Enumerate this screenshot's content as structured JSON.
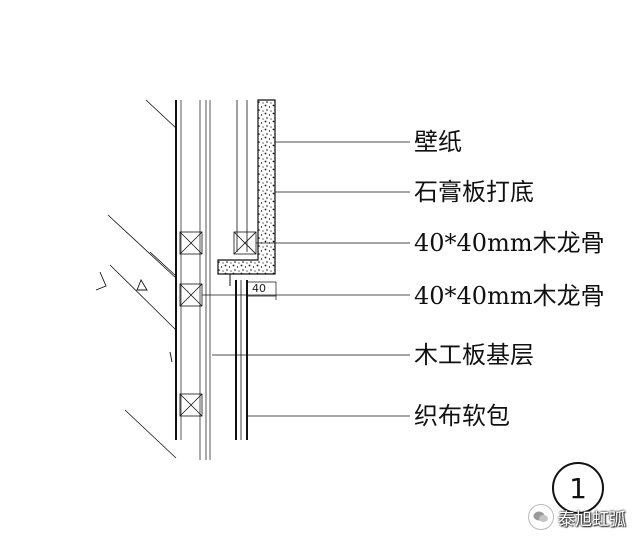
{
  "labels": {
    "wallpaper": "壁纸",
    "gypsum_base": "石膏板打底",
    "keel_upper": "40*40mm木龙骨",
    "keel_lower": "40*40mm木龙骨",
    "plywood_base": "木工板基层",
    "fabric_panel": "织布软包"
  },
  "dimension": "40",
  "detail_number": "1",
  "watermark": "泰旭虹弧",
  "colors": {
    "line": "#111111",
    "background": "#ffffff"
  }
}
